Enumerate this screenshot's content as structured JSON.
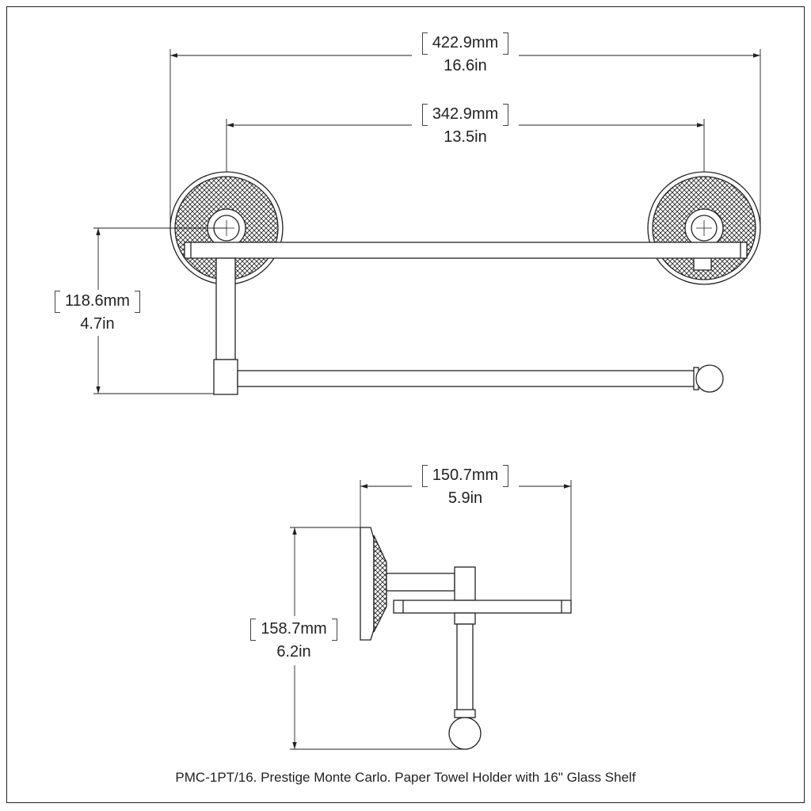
{
  "dimensions": {
    "overall_width": {
      "mm": "422.9mm",
      "in": "16.6in"
    },
    "center_width": {
      "mm": "342.9mm",
      "in": "13.5in"
    },
    "front_height": {
      "mm": "118.6mm",
      "in": "4.7in"
    },
    "side_depth": {
      "mm": "150.7mm",
      "in": "5.9in"
    },
    "side_height": {
      "mm": "158.7mm",
      "in": "6.2in"
    }
  },
  "caption": "PMC-1PT/16. Prestige Monte Carlo. Paper Towel Holder with 16\" Glass Shelf",
  "colors": {
    "line": "#222222",
    "fill": "#ffffff"
  }
}
